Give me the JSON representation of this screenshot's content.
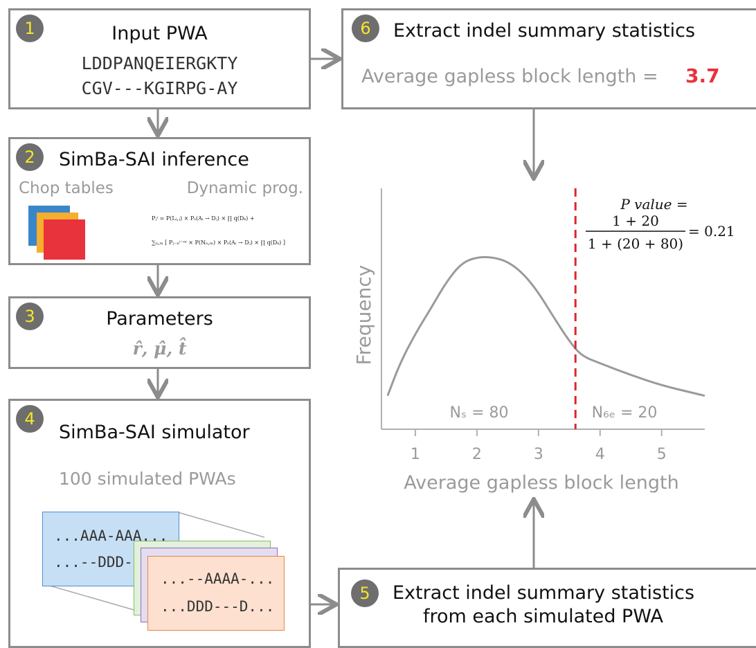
{
  "colors": {
    "border": "#8c8c8c",
    "badge": "#6e6e6e",
    "badge_number": "#f5e52a",
    "highlight": "#e8323c",
    "threshold": "#d9262e",
    "curve": "#9a9a9a"
  },
  "steps": [
    {
      "number": "1",
      "title": "Input PWA",
      "seq1": "LDDPANQEIERGKTY",
      "seq2": "CGV---KGIRPG-AY"
    },
    {
      "number": "2",
      "title": "SimBa-SAI inference",
      "left_label": "Chop tables",
      "right_label": "Dynamic prog.",
      "formula_line1": "Pⱼⁱ = P(Lᵢ,ⱼ) × Pₛ(Aᵢ → Dⱼ) × ∏ q(Dₖ) +",
      "formula_line2": "∑ₙ,ₘ [ Pⱼ₋ₙⁱ⁻ᵐ × P(Nₙ,ₘ) × Pₛ(Aᵢ → Dⱼ) × ∏ q(Dₖ) ]"
    },
    {
      "number": "3",
      "title": "Parameters",
      "params": "r̂, μ̂, t̂"
    },
    {
      "number": "4",
      "title": "SimBa-SAI simulator",
      "subtitle": "100 simulated PWAs",
      "aln_front_1": "...AAA-AAA...",
      "aln_front_2": "...--DDD-...",
      "aln_back_1": "...--AAAA-...",
      "aln_back_2": "...DDD---D..."
    },
    {
      "number": "5",
      "line1": "Extract indel summary statistics",
      "line2": "from each simulated PWA"
    },
    {
      "number": "6",
      "title": "Extract indel summary statistics",
      "stat_label": "Average gapless block length =",
      "stat_value": "3.7"
    }
  ],
  "chart_data": {
    "type": "area",
    "xlabel": "Average gapless block length",
    "ylabel": "Frequency",
    "xticks": [
      "1",
      "2",
      "3",
      "4",
      "5"
    ],
    "xlim": [
      0.45,
      5.7
    ],
    "ylim": [
      0,
      1
    ],
    "curve_x": [
      0.55,
      0.75,
      1.0,
      1.25,
      1.5,
      1.75,
      2.0,
      2.25,
      2.5,
      2.75,
      3.0,
      3.25,
      3.5,
      3.7,
      4.0,
      4.5,
      5.0,
      5.5,
      5.7
    ],
    "curve_y": [
      0.03,
      0.25,
      0.45,
      0.62,
      0.8,
      0.93,
      0.97,
      0.97,
      0.94,
      0.86,
      0.73,
      0.56,
      0.4,
      0.3,
      0.25,
      0.17,
      0.1,
      0.05,
      0.03
    ],
    "threshold": 3.6,
    "left_region": "Nₛ = 80",
    "right_region": "N₆ₑ = 20",
    "annotation": {
      "line1": "P value =",
      "numerator": "1 + 20",
      "denominator": "1 + (20 + 80)",
      "result": "= 0.21"
    }
  }
}
